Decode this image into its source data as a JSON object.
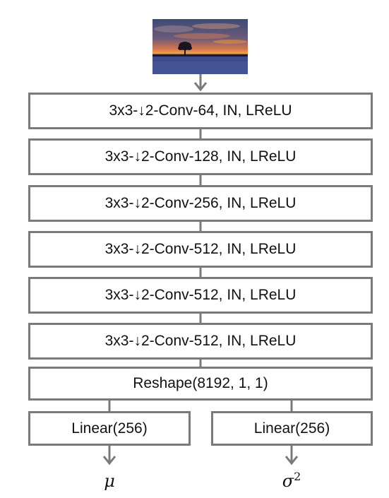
{
  "diagram": {
    "input_image": "sunset-landscape-photo",
    "conv_layers": [
      {
        "label": "3x3-↓2-Conv-64, IN, LReLU"
      },
      {
        "label": "3x3-↓2-Conv-128, IN, LReLU"
      },
      {
        "label": "3x3-↓2-Conv-256, IN, LReLU"
      },
      {
        "label": "3x3-↓2-Conv-512, IN, LReLU"
      },
      {
        "label": "3x3-↓2-Conv-512, IN, LReLU"
      },
      {
        "label": "3x3-↓2-Conv-512, IN, LReLU"
      }
    ],
    "reshape_label": "Reshape(8192, 1, 1)",
    "linear_left_label": "Linear(256)",
    "linear_right_label": "Linear(256)",
    "output_left_symbol": "μ",
    "output_right_symbol": "σ",
    "output_right_superscript": "2",
    "colors": {
      "border": "#7a7a7a",
      "text": "#111111",
      "sky_top": "#3b4a78",
      "sunset": "#e07a3a",
      "ground": "#3a4a8a"
    }
  }
}
